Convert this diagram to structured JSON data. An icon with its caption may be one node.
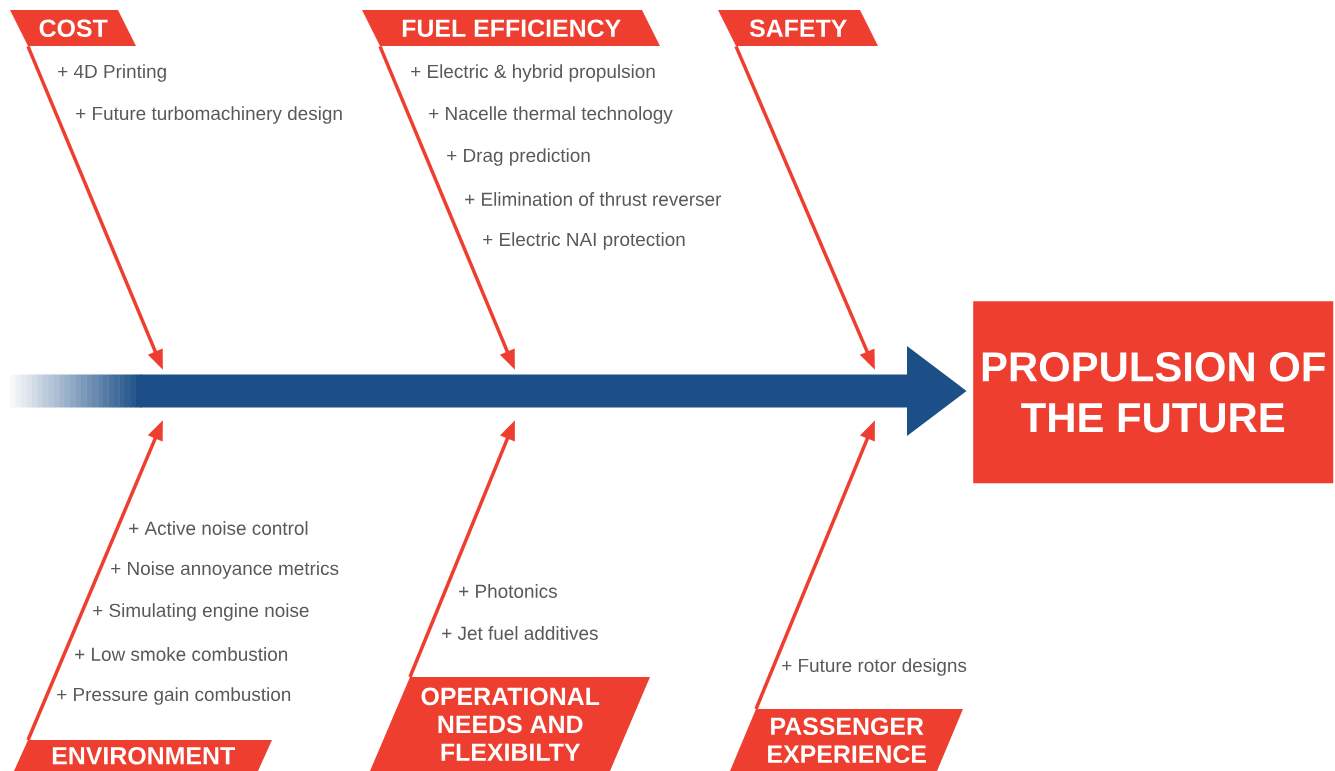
{
  "diagram": {
    "nodes": [
      {
        "text": [
          "COST"
        ],
        "beside": [
          "+ 4D Printing",
          "+ Future turbomachinery design"
        ]
      },
      {
        "text": [
          "FUEL EFFICIENCY"
        ],
        "beside": [
          "+ Electric & hybrid propulsion",
          "+ Nacelle thermal technology",
          "+ Drag prediction",
          "+ Elimination of thrust reverser",
          "+ Electric NAI protection"
        ]
      },
      {
        "text": [
          "SAFETY"
        ]
      },
      {
        "text": [
          "PROPULSION OF THE FUTURE"
        ]
      },
      {
        "text": [
          "ENVIRONMENT"
        ],
        "beside": [
          "+ Active noise control",
          "+ Noise annoyance metrics",
          "+ Simulating engine noise",
          "+ Low smoke combustion",
          "+ Pressure gain combustion"
        ]
      },
      {
        "text": [
          "OPERATIONAL NEEDS AND FLEXIBILTY"
        ],
        "beside": [
          "+ Photonics",
          "+ Jet fuel additives"
        ]
      },
      {
        "text": [
          "PASSENGER EXPERIENCE"
        ],
        "beside": [
          "+ Future rotor designs"
        ]
      }
    ],
    "edges": [
      {
        "from": 0,
        "to": null,
        "arrow": "to"
      },
      {
        "from": 1,
        "to": null,
        "arrow": "to"
      },
      {
        "from": 2,
        "to": null,
        "arrow": "to"
      },
      {
        "from": 4,
        "to": null,
        "arrow": "to"
      },
      {
        "from": 5,
        "to": null,
        "arrow": "to"
      },
      {
        "from": 6,
        "to": null,
        "arrow": "to"
      },
      {
        "from": null,
        "to": 3,
        "arrow": "to",
        "style": "thick",
        "color": "#1c4f87"
      }
    ]
  }
}
